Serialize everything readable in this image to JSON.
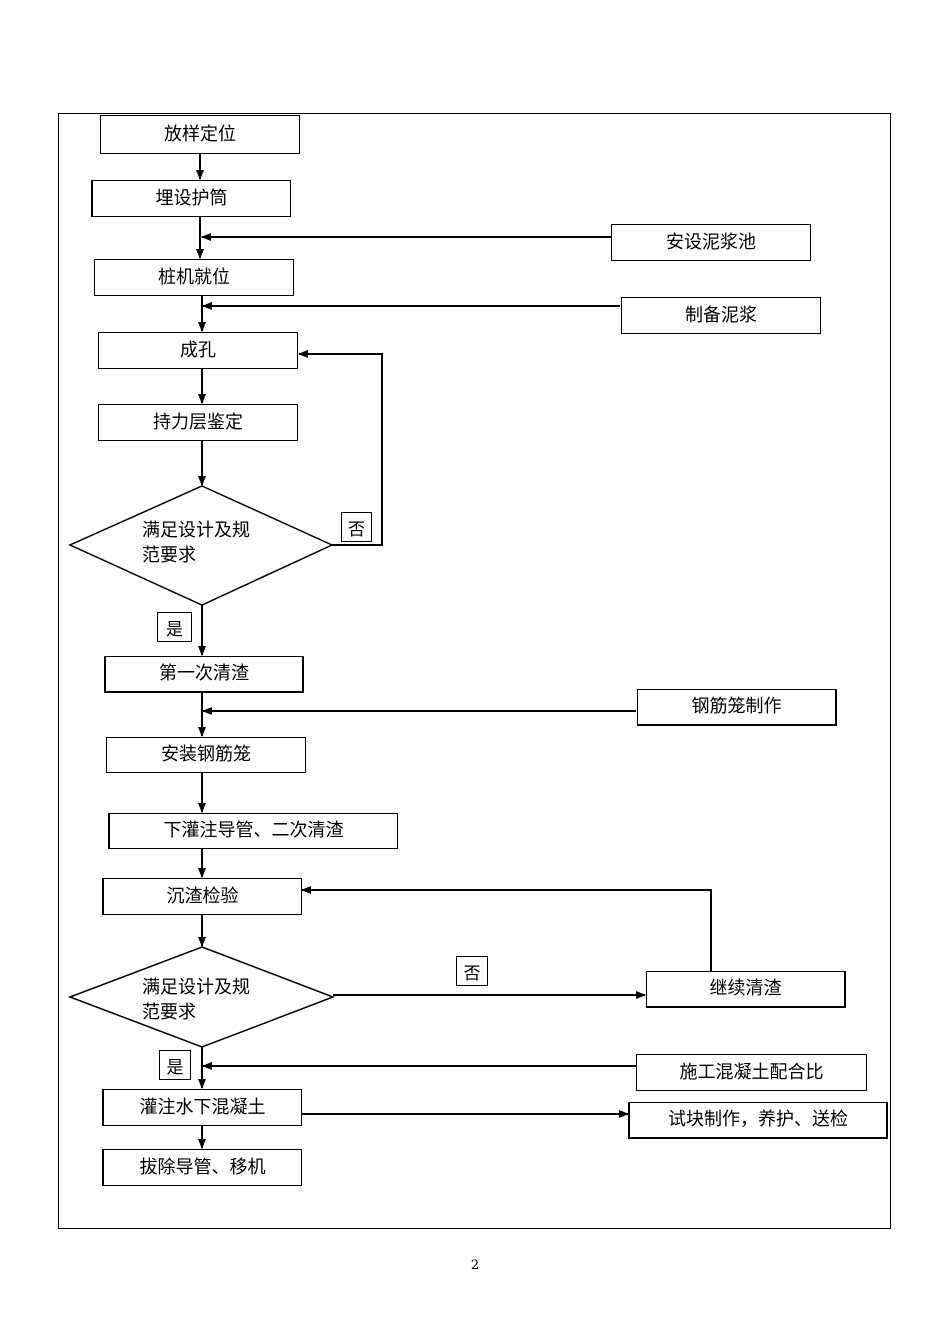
{
  "steps": {
    "s1": "放样定位",
    "s2": "埋设护筒",
    "s3": "桩机就位",
    "s4": "成孔",
    "s5": "持力层鉴定",
    "s6": "第一次清渣",
    "s7": "安装钢筋笼",
    "s8": "下灌注导管、二次清渣",
    "s9": "沉渣检验",
    "s10": "灌注水下混凝土",
    "s11": "拔除导管、移机"
  },
  "side": {
    "mud_pool": "安设泥浆池",
    "mud_prep": "制备泥浆",
    "cage_make": "钢筋笼制作",
    "keep_clean": "继续清渣",
    "mix_ratio": "施工混凝土配合比",
    "test_block": "试块制作，养护、送检"
  },
  "decisions": {
    "d1_line1": "满足设计及规",
    "d1_line2": "范要求",
    "d2_line1": "满足设计及规",
    "d2_line2": "范要求"
  },
  "labels": {
    "no1": "否",
    "yes1": "是",
    "no2": "否",
    "yes2": "是"
  },
  "page_number": "2"
}
